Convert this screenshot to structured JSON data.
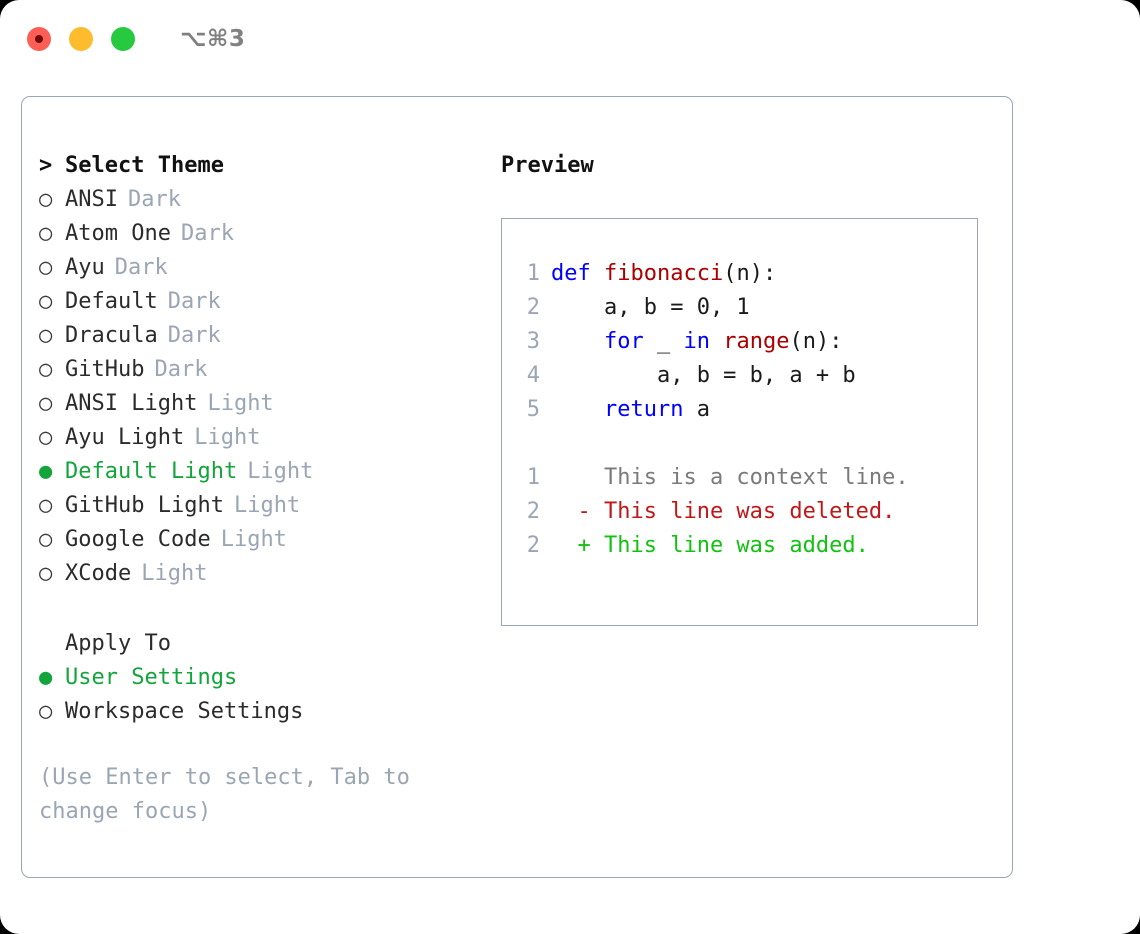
{
  "titlebar": {
    "shortcut": "⌥⌘3",
    "buttons": [
      "close",
      "minimize",
      "maximize"
    ]
  },
  "left": {
    "heading_prefix": ">",
    "heading": "Select Theme",
    "bullet_selected": "●",
    "bullet_unselected": "○",
    "themes": [
      {
        "name": "ANSI",
        "kind": "Dark",
        "selected": false
      },
      {
        "name": "Atom One",
        "kind": "Dark",
        "selected": false
      },
      {
        "name": "Ayu",
        "kind": "Dark",
        "selected": false
      },
      {
        "name": "Default",
        "kind": "Dark",
        "selected": false
      },
      {
        "name": "Dracula",
        "kind": "Dark",
        "selected": false
      },
      {
        "name": "GitHub",
        "kind": "Dark",
        "selected": false
      },
      {
        "name": "ANSI Light",
        "kind": "Light",
        "selected": false
      },
      {
        "name": "Ayu Light",
        "kind": "Light",
        "selected": false
      },
      {
        "name": "Default Light",
        "kind": "Light",
        "selected": true
      },
      {
        "name": "GitHub Light",
        "kind": "Light",
        "selected": false
      },
      {
        "name": "Google Code",
        "kind": "Light",
        "selected": false
      },
      {
        "name": "XCode",
        "kind": "Light",
        "selected": false
      }
    ],
    "apply_to_heading": "Apply To",
    "apply_to": [
      {
        "name": "User Settings",
        "selected": true
      },
      {
        "name": "Workspace Settings",
        "selected": false
      }
    ],
    "hint": "(Use Enter to select, Tab to change focus)"
  },
  "right": {
    "preview_title": "Preview",
    "code_lines": [
      {
        "num": "1",
        "tokens": [
          {
            "t": "def ",
            "c": "kw"
          },
          {
            "t": "fibonacci",
            "c": "fn"
          },
          {
            "t": "(n):",
            "c": "pl"
          }
        ]
      },
      {
        "num": "2",
        "tokens": [
          {
            "t": "    a, b = 0, 1",
            "c": "pl"
          }
        ]
      },
      {
        "num": "3",
        "tokens": [
          {
            "t": "    ",
            "c": "pl"
          },
          {
            "t": "for",
            "c": "kw"
          },
          {
            "t": " _ ",
            "c": "pl"
          },
          {
            "t": "in",
            "c": "kw"
          },
          {
            "t": " ",
            "c": "pl"
          },
          {
            "t": "range",
            "c": "fn"
          },
          {
            "t": "(n):",
            "c": "pl"
          }
        ]
      },
      {
        "num": "4",
        "tokens": [
          {
            "t": "        a, b = b, a + b",
            "c": "pl"
          }
        ]
      },
      {
        "num": "5",
        "tokens": [
          {
            "t": "    ",
            "c": "pl"
          },
          {
            "t": "return",
            "c": "kw"
          },
          {
            "t": " a",
            "c": "pl"
          }
        ]
      }
    ],
    "diff_lines": [
      {
        "num": "1",
        "marker": " ",
        "text": "This is a context line.",
        "c": "ctx"
      },
      {
        "num": "2",
        "marker": "-",
        "text": "This line was deleted.",
        "c": "del"
      },
      {
        "num": "2",
        "marker": "+",
        "text": "This line was added.",
        "c": "add"
      }
    ]
  },
  "colors": {
    "accent_green": "#13a53b",
    "muted": "#9aa6b4",
    "keyword_blue": "#0000ff",
    "function_red": "#aa0000",
    "diff_delete": "#c01717",
    "diff_add": "#11c211",
    "border": "#9aa6b4",
    "traffic_red": "#fd5e55",
    "traffic_yellow": "#fdbc2e",
    "traffic_green": "#27c93f"
  }
}
